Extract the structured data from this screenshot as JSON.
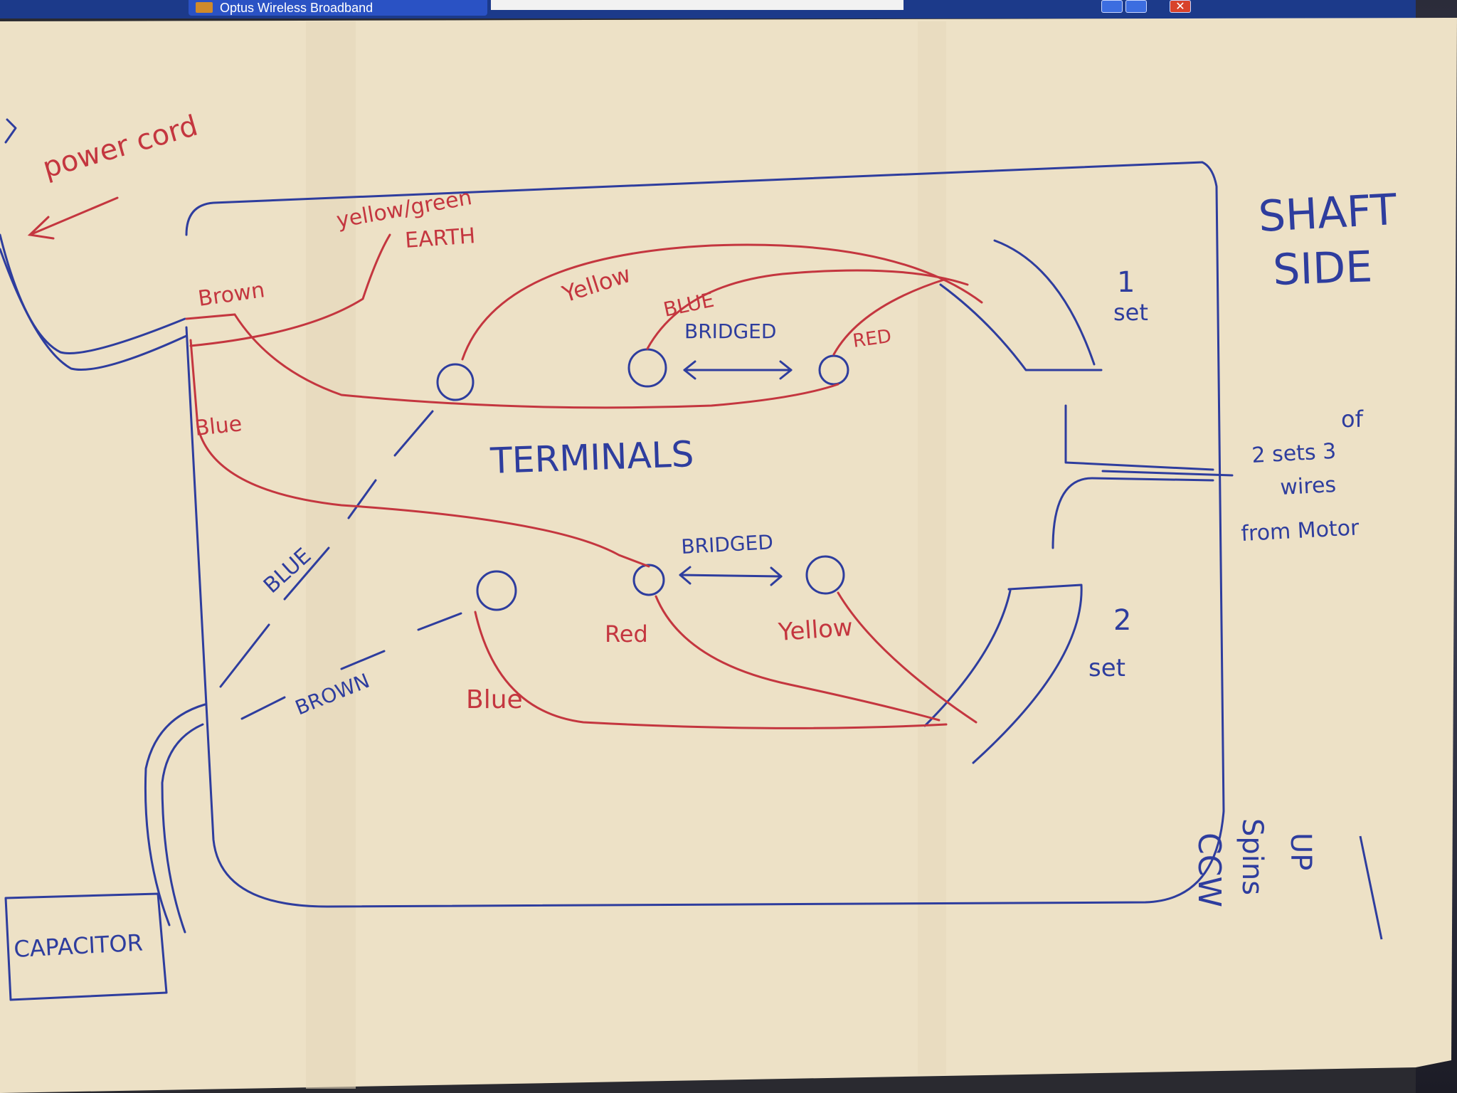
{
  "window": {
    "title": "Optus Wireless Broadband"
  },
  "labels": {
    "power_cord": "power cord",
    "earth_wire": "yellow/green",
    "earth": "EARTH",
    "brown_top": "Brown",
    "blue_left": "Blue",
    "yellow_top": "Yellow",
    "blue_top": "BLUE",
    "red_top": "RED",
    "bridged_top": "BRIDGED",
    "terminals": "TERMINALS",
    "bridged_bottom": "BRIDGED",
    "red_bottom": "Red",
    "yellow_bottom": "Yellow",
    "blue_bottom": "Blue",
    "blue_dashed": "BLUE",
    "brown_dashed": "BROWN",
    "shaft": "SHAFT",
    "side": "SIDE",
    "set1_number": "1",
    "set1_word": "set",
    "set2_number": "2",
    "set2_word": "set",
    "note_of": "of",
    "note_sets": "2 sets 3",
    "note_wires": "wires",
    "note_motor": "from Motor",
    "capacitor": "CAPACITOR",
    "spins_line1": "CCW",
    "spins_line2": "Spins",
    "spins_line3": "UP"
  },
  "colors": {
    "paper": "#ede1c6",
    "blue_pen": "#2e3d9e",
    "red_pen": "#c4363f",
    "taskbar": "#1c3a8a"
  },
  "icons": {
    "close": "close-icon",
    "arrow": "arrow-left-icon"
  }
}
